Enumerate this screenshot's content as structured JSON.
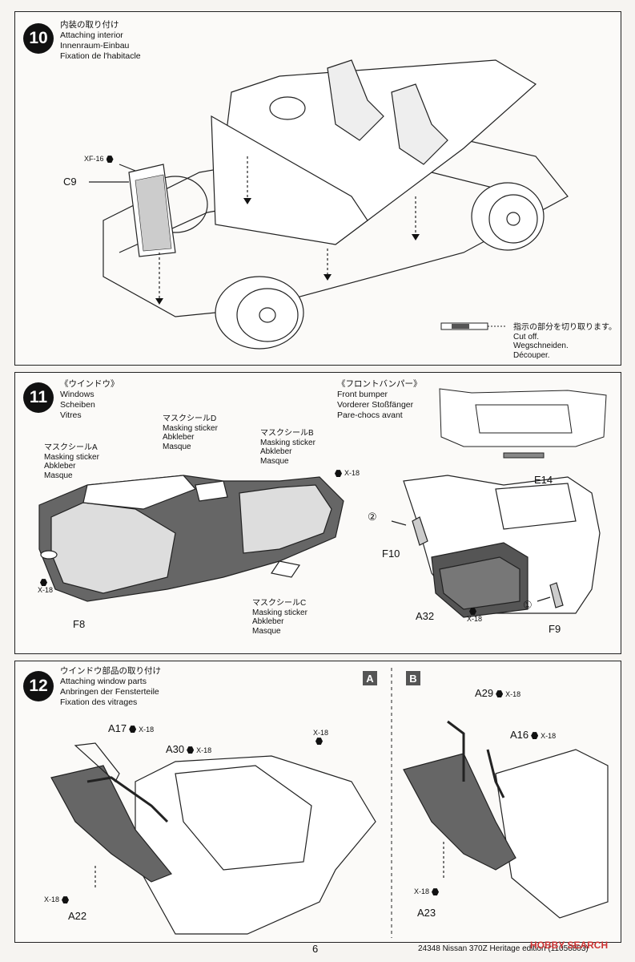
{
  "step10": {
    "number": "10",
    "title_jp": "内装の取り付け",
    "title_en": "Attaching interior",
    "title_de": "Innenraum-Einbau",
    "title_fr": "Fixation de l'habitacle",
    "part_c9": "C9",
    "paint_xf16": "XF-16",
    "cut_jp": "指示の部分を切り取ります。",
    "cut_en": "Cut off.",
    "cut_de": "Wegschneiden.",
    "cut_fr": "Découper."
  },
  "step11": {
    "number": "11",
    "title_jp": "《ウインドウ》",
    "title_en": "Windows",
    "title_de": "Scheiben",
    "title_fr": "Vitres",
    "bumper_jp": "《フロントバンパー》",
    "bumper_en": "Front bumper",
    "bumper_de": "Vorderer Stoßfänger",
    "bumper_fr": "Pare-chocs avant",
    "mask_a_jp": "マスクシール",
    "mask_a_letter": "A",
    "mask_b_letter": "B",
    "mask_c_letter": "C",
    "mask_d_letter": "D",
    "mask_en": "Masking sticker",
    "mask_de": "Abkleber",
    "mask_fr": "Masque",
    "paint_x18": "X-18",
    "part_f8": "F8",
    "part_e14": "E14",
    "part_f10": "F10",
    "part_a32": "A32",
    "part_f9": "F9",
    "circle_1": "①",
    "circle_2": "②"
  },
  "step12": {
    "number": "12",
    "title_jp": "ウインドウ部品の取り付け",
    "title_en": "Attaching window parts",
    "title_de": "Anbringen der Fensterteile",
    "title_fr": "Fixation des vitrages",
    "box_a": "A",
    "box_b": "B",
    "part_a17": "A17",
    "part_a30": "A30",
    "part_a22": "A22",
    "part_a29": "A29",
    "part_a16": "A16",
    "part_a23": "A23",
    "paint_x18": "X-18"
  },
  "footer": {
    "page_number": "6",
    "product": "24348  Nissan 370Z Heritage edition (11056803)",
    "watermark": "HOBBY SEARCH"
  }
}
